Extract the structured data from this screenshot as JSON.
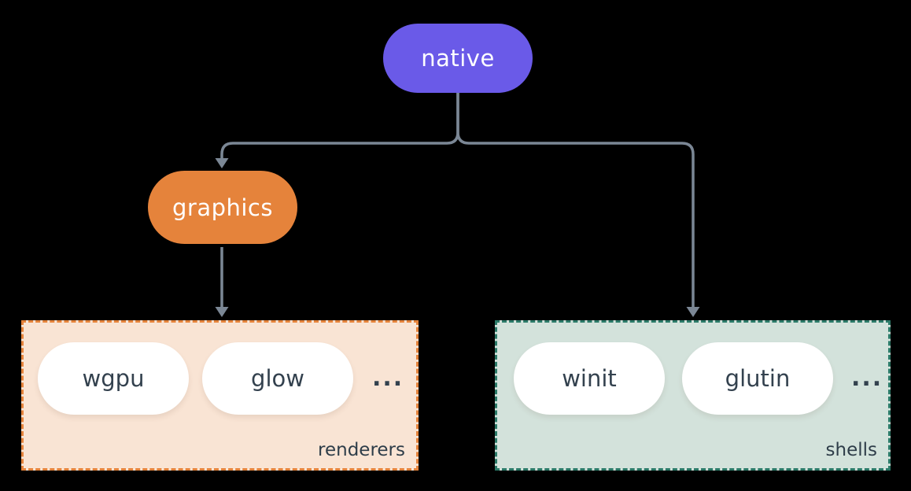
{
  "diagram": {
    "background": "#000000",
    "connector_color": "#7B8795",
    "nodes": {
      "native": {
        "label": "native",
        "fill": "#6A5AE8",
        "text_color": "#FFFFFF"
      },
      "graphics": {
        "label": "graphics",
        "fill": "#E5833B",
        "text_color": "#FFFFFF"
      }
    },
    "groups": {
      "renderers": {
        "label": "renderers",
        "fill": "#F9E4D4",
        "border_color": "#E5833B",
        "border_style": "dashed",
        "items": [
          "wgpu",
          "glow"
        ],
        "ellipsis": "...",
        "item_fill": "#FFFFFF",
        "item_text_color": "#33414E"
      },
      "shells": {
        "label": "shells",
        "fill": "#D3E2DB",
        "border_color": "#2B7A68",
        "border_style": "dashed",
        "items": [
          "winit",
          "glutin"
        ],
        "ellipsis": "...",
        "item_fill": "#FFFFFF",
        "item_text_color": "#33414E"
      }
    },
    "edges": [
      {
        "from": "native",
        "to": "graphics"
      },
      {
        "from": "native",
        "to": "shells"
      },
      {
        "from": "graphics",
        "to": "renderers"
      }
    ]
  }
}
